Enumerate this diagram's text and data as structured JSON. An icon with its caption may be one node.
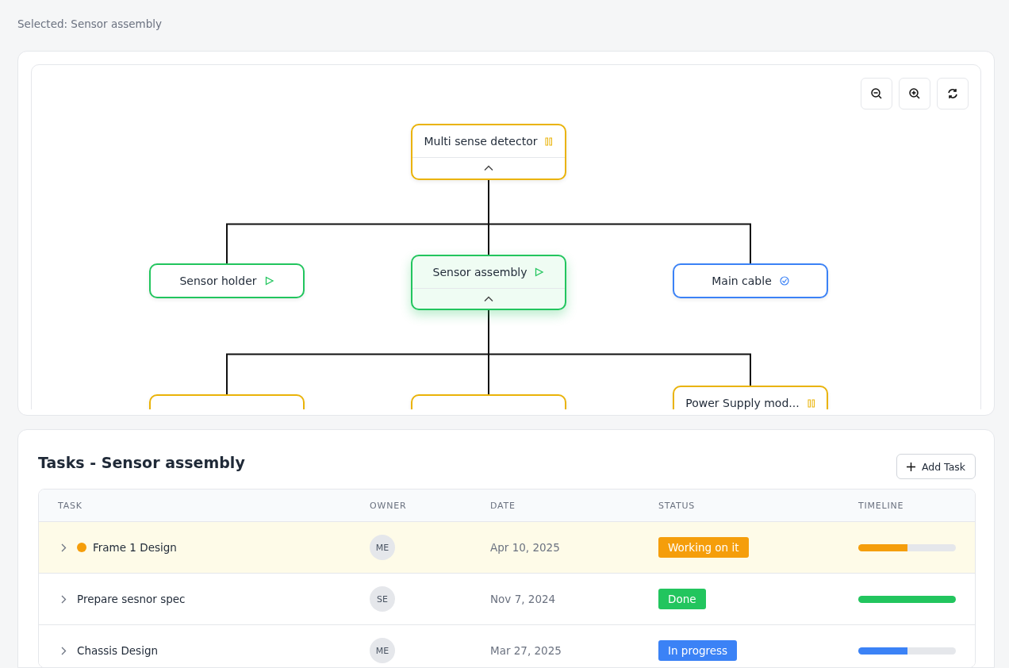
{
  "diagram": {
    "nodes": [
      {
        "text": [
          "Multi sense detector"
        ]
      },
      {
        "text": [
          "Sensor holder"
        ]
      },
      {
        "text": [
          "Sensor assembly"
        ]
      },
      {
        "text": [
          "Main cable"
        ]
      },
      {
        "text": [],
        "shape": "box"
      },
      {
        "text": [],
        "shape": "box"
      },
      {
        "text": [
          "Power Supply mod..."
        ]
      }
    ],
    "edges": [
      {
        "from": 0,
        "to": 1,
        "arrow": "none"
      },
      {
        "from": 0,
        "to": 2,
        "arrow": "none"
      },
      {
        "from": 0,
        "to": 3,
        "arrow": "none"
      },
      {
        "from": 2,
        "to": 4,
        "arrow": "none"
      },
      {
        "from": 2,
        "to": 5,
        "arrow": "none"
      },
      {
        "from": 2,
        "to": 6,
        "arrow": "none"
      }
    ],
    "labels": [
      "Selected: Sensor assembly",
      "Tasks - Sensor assembly",
      "Add Task",
      "TASK",
      "OWNER",
      "DATE",
      "STATUS",
      "TIMELINE",
      "Frame 1 Design",
      "ME",
      "Apr 10, 2025",
      "Working on it",
      "Prepare sesnor spec",
      "SE",
      "Nov 7, 2024",
      "Done",
      "Chassis Design",
      "ME",
      "Mar 27, 2025",
      "In progress"
    ]
  }
}
